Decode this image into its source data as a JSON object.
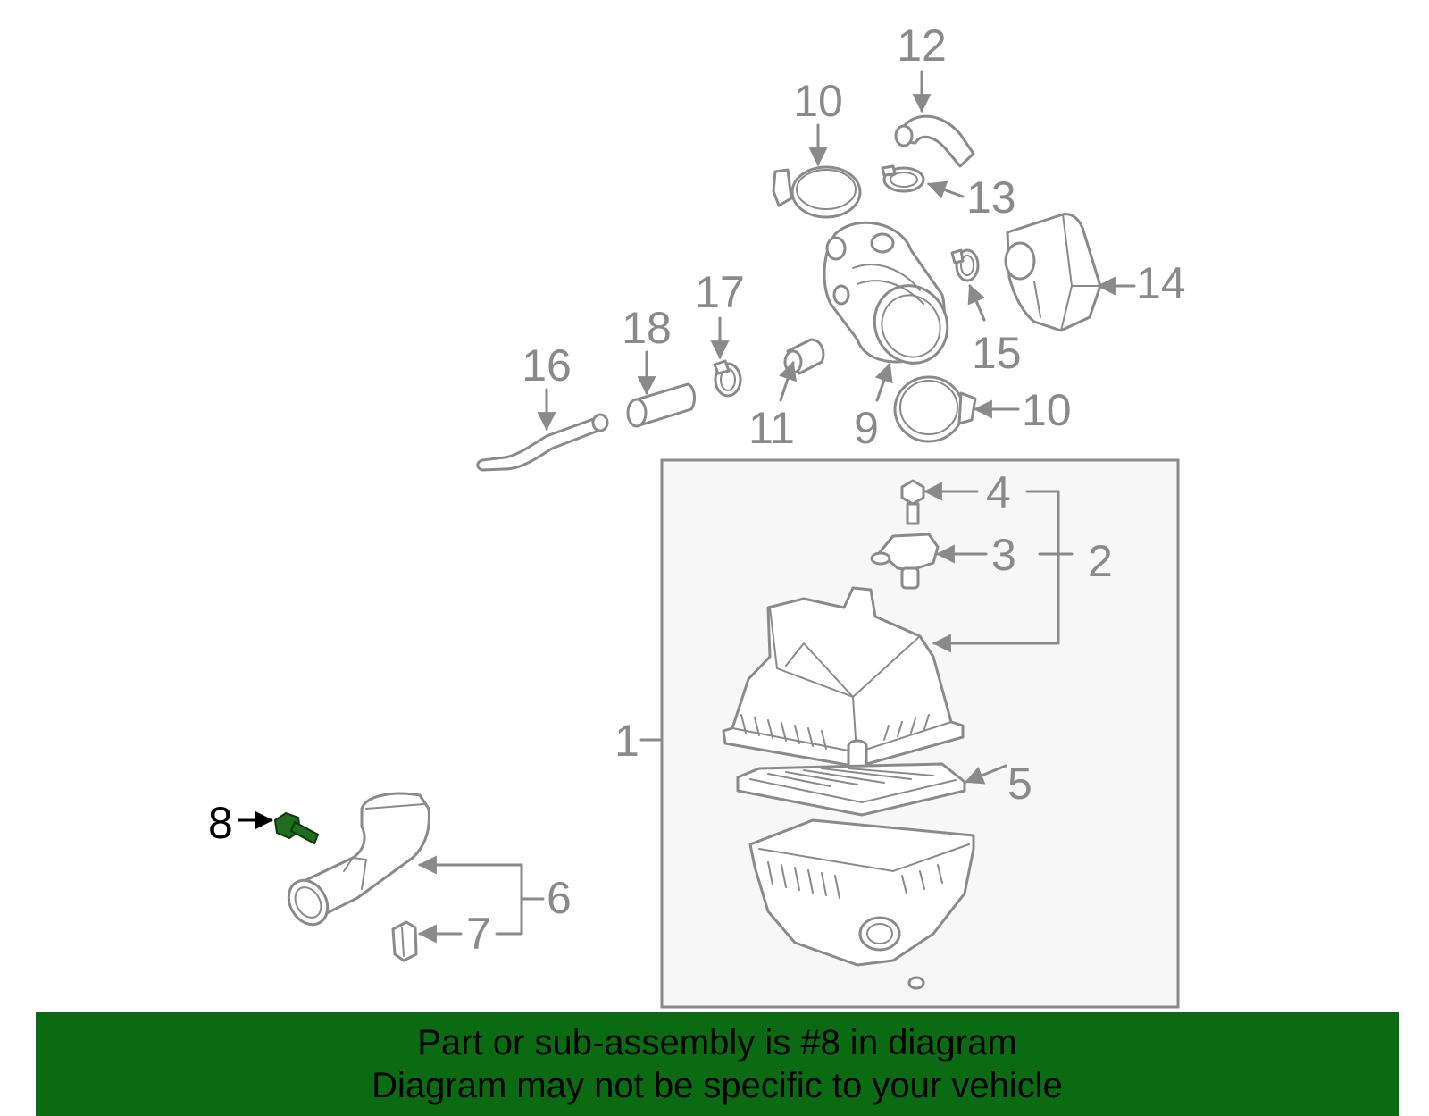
{
  "colors": {
    "line": "#8a8a8a",
    "highlight_part": "#1e6e1e",
    "highlight_label": "#000000",
    "banner_bg": "#0b6b12",
    "assembly_box_bg": "#f7f7f7"
  },
  "callouts": {
    "c1": "1",
    "c2": "2",
    "c3": "3",
    "c4": "4",
    "c5": "5",
    "c6": "6",
    "c7": "7",
    "c8": "8",
    "c9": "9",
    "c10a": "10",
    "c10b": "10",
    "c11": "11",
    "c12": "12",
    "c13": "13",
    "c14": "14",
    "c15": "15",
    "c16": "16",
    "c17": "17",
    "c18": "18"
  },
  "highlighted_callout": "8",
  "banner": {
    "line1": "Part or sub-assembly is #8 in diagram",
    "line2": "Diagram may not be specific to your vehicle"
  }
}
